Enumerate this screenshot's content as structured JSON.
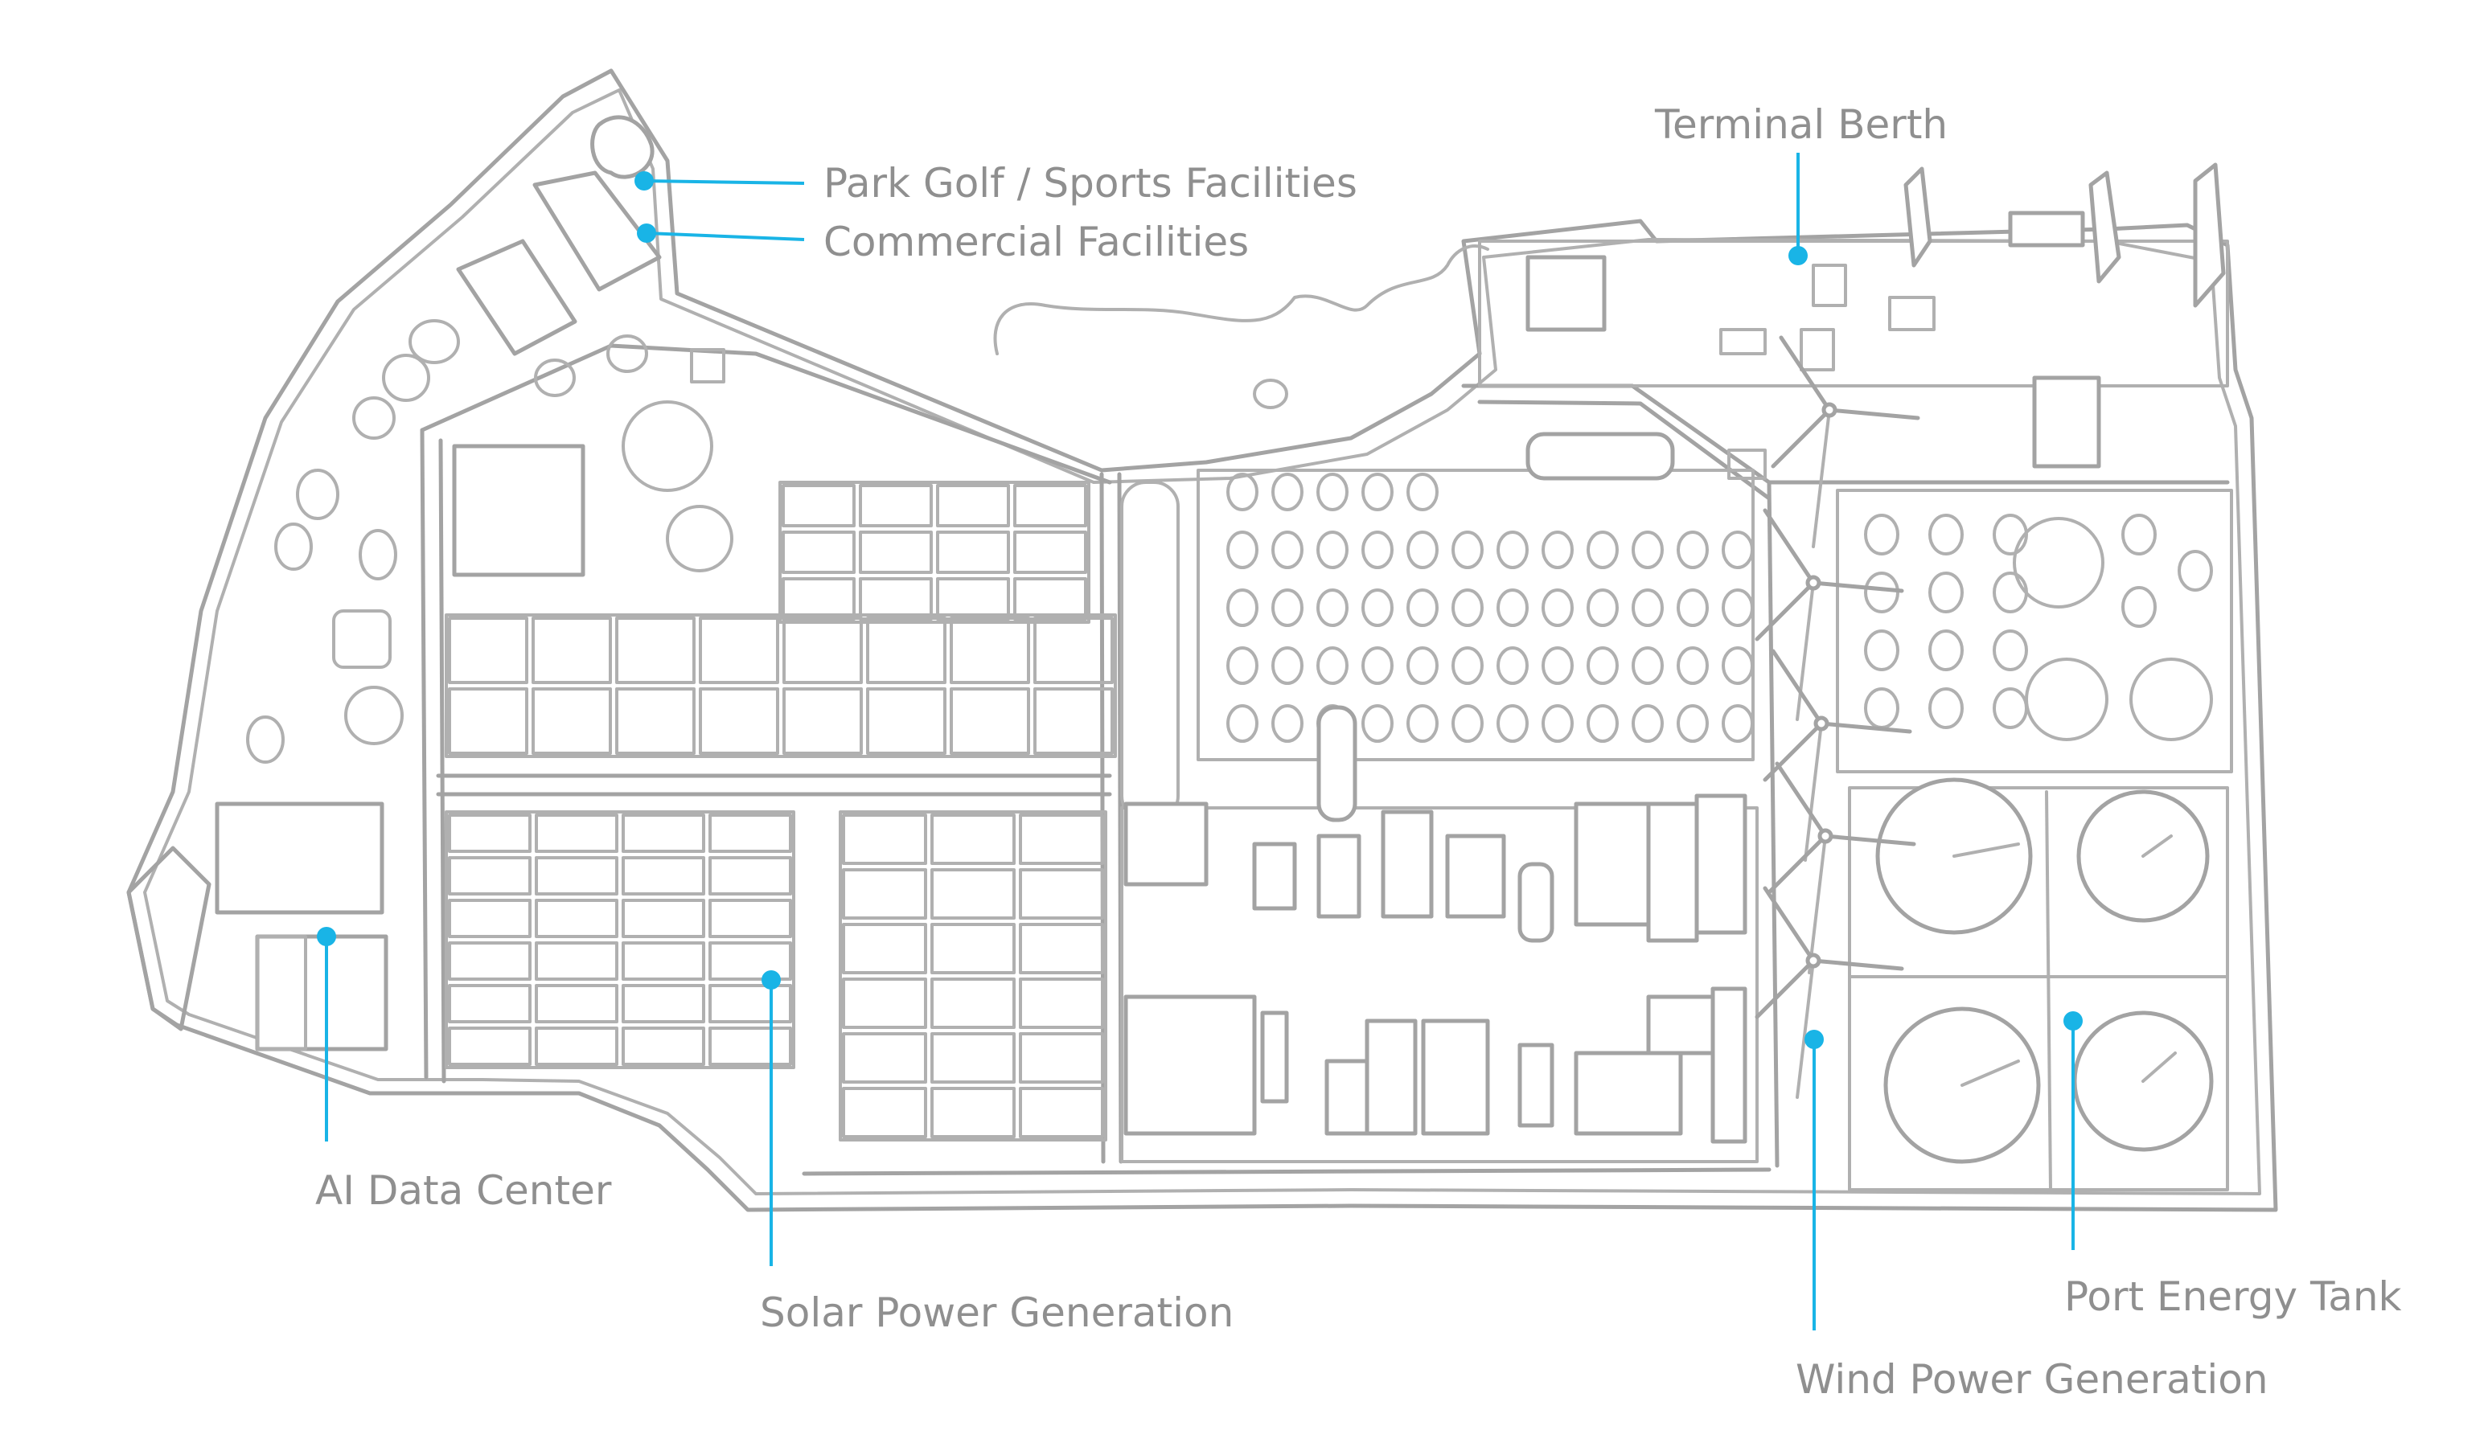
{
  "labels": {
    "park_golf": "Park Golf / Sports Facilities",
    "commercial": "Commercial Facilities",
    "terminal_berth": "Terminal Berth",
    "ai_data_center": "AI Data Center",
    "solar": "Solar Power Generation",
    "wind": "Wind Power Generation",
    "energy_tank": "Port Energy Tank"
  },
  "colors": {
    "accent": "#19b4e6",
    "sketch": "#a3a3a3",
    "label_text": "#8f8f8f"
  },
  "icons": {
    "marker": "dot-marker-icon"
  }
}
